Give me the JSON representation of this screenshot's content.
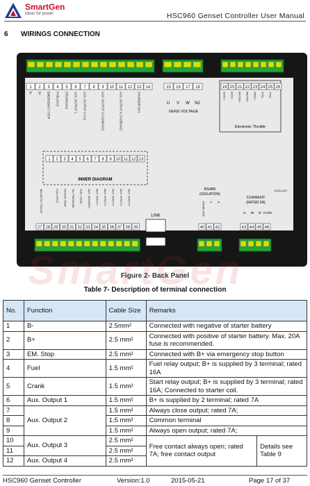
{
  "header": {
    "brand": "SmartGen",
    "tagline": "ideas for power",
    "doc_title": "HSC960  Genset  Controller  User  Manual"
  },
  "section": {
    "number": "6",
    "title": "WIRINGS CONNECTION"
  },
  "diagram": {
    "top_terminals": [
      "1",
      "2",
      "3",
      "4",
      "5",
      "6",
      "7",
      "8",
      "9",
      "10",
      "11",
      "12",
      "13",
      "14"
    ],
    "top_labels": [
      "B-",
      "B+",
      "EMERGENCY STOP",
      "FUEL(16A)",
      "CRANK(16A)",
      "AUX. OUTPUT 1",
      "AUX. OUTPUT 2 (7A)",
      "",
      "AUX. OUTPUT 3 (7A250VAC)",
      "",
      "AUX. OUTPUT 4 (7A250VAC)",
      "",
      "CHARGER (D+)",
      ""
    ],
    "gens_terminals": [
      "15",
      "16",
      "17",
      "18"
    ],
    "gens_labels": [
      "U",
      "V",
      "W",
      "N2"
    ],
    "gens_caption": "GENS VOLTAGE",
    "throttle_terminals": [
      "19",
      "20",
      "21",
      "22",
      "23",
      "24",
      "25",
      "26"
    ],
    "throttle_labels": [
      "SCR1+",
      "SCR1-",
      "MOTOR+",
      "MOTOR-",
      "VREF+",
      "TPS1",
      "TPS2",
      ""
    ],
    "throttle_caption": "Electronic Throttle",
    "inner_numbers": [
      "1",
      "2",
      "3",
      "4",
      "5",
      "6",
      "7",
      "8",
      "9",
      "10",
      "11",
      "12",
      "13"
    ],
    "inner_caption": "INNER DIAGRAM",
    "bottom_terminals": [
      "27",
      "28",
      "29",
      "30",
      "31",
      "32",
      "33",
      "34",
      "35",
      "36",
      "37",
      "38",
      "39"
    ],
    "bottom_labels": [
      "MAGNETIC PICKUP",
      "",
      "0-5V INPUT",
      "ENGINE TEMP",
      "OIL PRESSURE",
      "FUEL LEVEL",
      "AUX. SENSOR1",
      "AUX. INPUT 1",
      "AUX. INPUT 2",
      "AUX. INPUT 3",
      "AUX. INPUT 4",
      "AUX. INPUT 5",
      ""
    ],
    "link_label": "LINK",
    "rs485_title": "RS485",
    "rs485_sub": "(ISOLATION)",
    "rs485_terminals": [
      "40",
      "41",
      "42"
    ],
    "rs485_labels": [
      "RS485 SCR",
      "A",
      "B"
    ],
    "current_title": "CURRENT",
    "current_sub": "(RATED 5A)",
    "current_terminals": [
      "43",
      "44",
      "45",
      "46"
    ],
    "current_labels": [
      "IA",
      "IB",
      "IC",
      "ICOM"
    ],
    "model_code": "ZU16-1207"
  },
  "figure_caption": "Figure 2-     Back Panel",
  "table": {
    "caption": "Table 7- Description of terminal connection",
    "headers": {
      "no": "No.",
      "function": "Function",
      "cable": "Cable Size",
      "remarks": "Remarks"
    },
    "rows": {
      "r1": {
        "no": "1",
        "function": "B-",
        "cable": "2.5mm²",
        "remarks": "Connected with negative of starter battery"
      },
      "r2": {
        "no": "2",
        "function": "B+",
        "cable": "2.5 mm²",
        "remarks": "Connected with positive of starter battery. Max. 20A fuse is recommended."
      },
      "r3": {
        "no": "3",
        "function": "EM. Stop",
        "cable": "2.5 mm²",
        "remarks": "Connected with B+ via emergency stop button"
      },
      "r4": {
        "no": "4",
        "function": "Fuel",
        "cable": "1.5 mm²",
        "remarks": "Fuel relay output; B+ is supplied by 3 terminal; rated 16A"
      },
      "r5": {
        "no": "5",
        "function": "Crank",
        "cable": "1.5 mm²",
        "remarks": "Start relay output; B+ is supplied by 3 terminal; rated 16A; Connected to starter coil."
      },
      "r6": {
        "no": "6",
        "function": "Aux. Output 1",
        "cable": "1.5 mm²",
        "remarks": "B+ is supplied by 2 terminal; rated 7A"
      },
      "r7": {
        "no": "7",
        "cable": "1.5 mm²",
        "remarks": "Always close output; rated 7A;"
      },
      "r8": {
        "no": "8",
        "function": "Aux. Output 2",
        "cable": "1.5 mm²",
        "remarks": "Common terminal"
      },
      "r9": {
        "no": "9",
        "cable": "1.5 mm²",
        "remarks": "Always open output; rated 7A;"
      },
      "r10": {
        "no": "10",
        "cable": "2.5 mm²",
        "remarks": "Free contact always open; rated 7A; free contact output",
        "details": "Details see Table 9"
      },
      "r11": {
        "no": "11",
        "function": "Aux. Output 3",
        "cable": "2.5 mm²"
      },
      "r12": {
        "no": "12",
        "function": "Aux. Output 4",
        "cable": "2.5 mm²"
      }
    }
  },
  "footer": {
    "product": "HSC960  Genset  Controller",
    "version": "Version:1.0",
    "date": "2015-05-21",
    "page": "Page  17  of  37"
  },
  "watermark": "SmartGen"
}
